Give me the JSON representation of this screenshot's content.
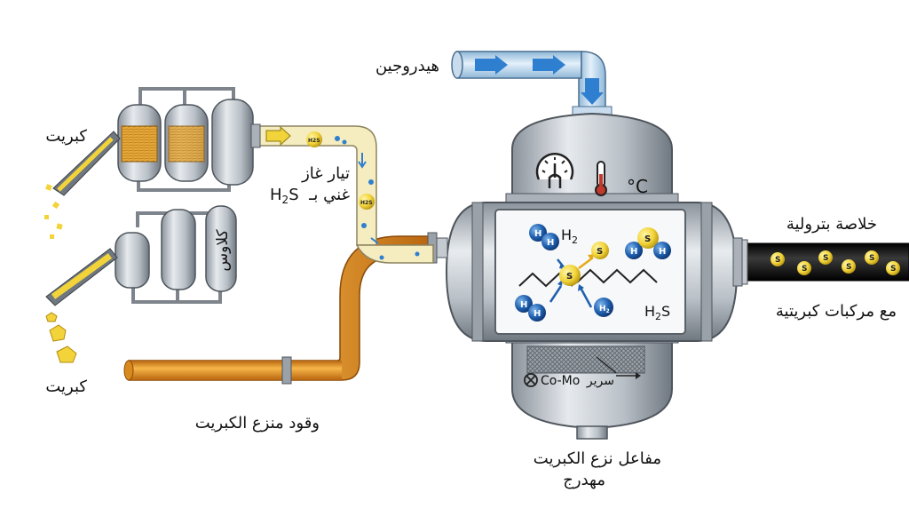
{
  "labels": {
    "hydrogen": "هيدروجين",
    "sulfur_top": "كبريت",
    "sulfur_bottom": "كبريت",
    "claus": "كلاوس",
    "gas_stream_1": "تيار غاز",
    "gas_stream_2_pre": "غني بـ ",
    "gas_stream_2_formula": "H",
    "gas_stream_2_sub": "2",
    "gas_stream_2_s": "S",
    "desulfurized_fuel": "وقود منزع الكبريت",
    "reactor_1": "مفاعل نزع الكبريت",
    "reactor_2": "مهدرج",
    "bed": "سرير",
    "catalyst": "Co-Mo",
    "celsius": "°C",
    "extract_1": "خلاصة بترولية",
    "extract_2": "مع مركبات كبريتية"
  },
  "molecules": {
    "h": "H",
    "s": "S",
    "h2_label": "H",
    "h2_sub": "2",
    "h2s_h": "H",
    "h2s_sub": "2",
    "h2s_s": "S",
    "h2_small": "H",
    "h2_small_sub": "2"
  },
  "colors": {
    "steel": "#b5bcc4",
    "steel_dark": "#6f7780",
    "pipe_orange": "#e59a27",
    "pipe_cream": "#f5ecc0",
    "sulfur_yellow": "#f2d43a",
    "hydrogen_blue": "#1f5fae",
    "flow_arrow_blue": "#2f7fd0",
    "black_pipe": "#1a1a1a"
  }
}
